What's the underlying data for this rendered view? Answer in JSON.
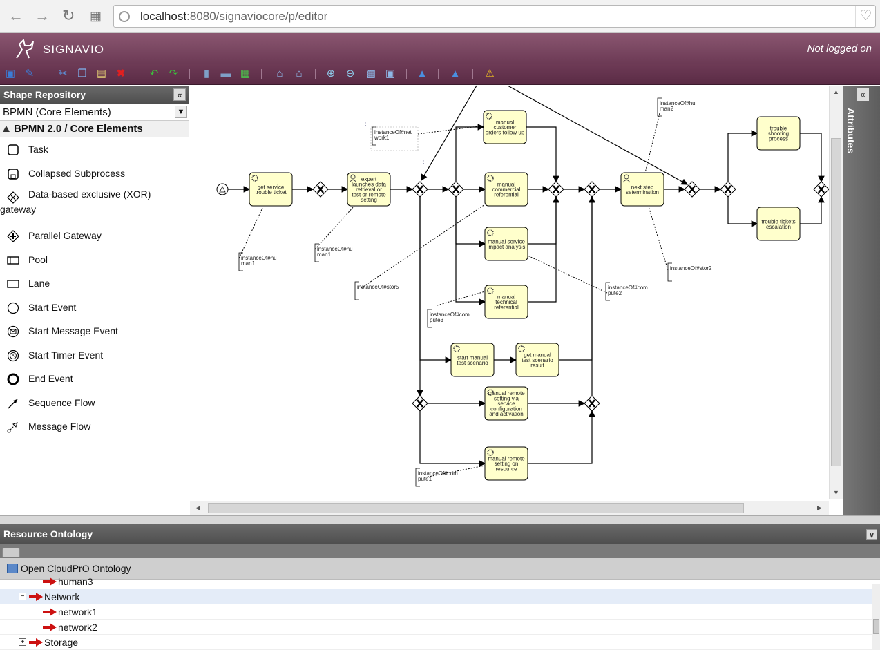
{
  "browser": {
    "url_host": "localhost",
    "url_path": ":8080/signaviocore/p/editor"
  },
  "header": {
    "logo_text": "SIGNAVIO",
    "login_status": "Not logged on"
  },
  "toolbar": {
    "icons": [
      "save-icon",
      "save-as-icon",
      "cut-icon",
      "copy-icon",
      "paste-icon",
      "delete-icon",
      "undo-icon",
      "redo-icon",
      "align-vertical-icon",
      "align-horizontal-icon",
      "same-size-icon",
      "add-docker-icon",
      "delete-docker-icon",
      "zoom-in-icon",
      "zoom-out-icon",
      "zoom-standard-icon",
      "zoom-fit-icon",
      "layout-icon",
      "layout-2-icon",
      "syntax-check-icon"
    ]
  },
  "shape_repository": {
    "title": "Shape Repository",
    "selected_stencil": "BPMN (Core Elements)",
    "group": "BPMN 2.0 / Core Elements",
    "items": [
      {
        "label": "Task",
        "icon": "task-icon"
      },
      {
        "label": "Collapsed Subprocess",
        "icon": "collapsed-subprocess-icon"
      },
      {
        "label": "Data-based exclusive (XOR) gateway",
        "icon": "xor-gateway-icon"
      },
      {
        "label": "Parallel Gateway",
        "icon": "parallel-gateway-icon"
      },
      {
        "label": "Pool",
        "icon": "pool-icon"
      },
      {
        "label": "Lane",
        "icon": "lane-icon"
      },
      {
        "label": "Start Event",
        "icon": "start-event-icon"
      },
      {
        "label": "Start Message Event",
        "icon": "start-message-event-icon"
      },
      {
        "label": "Start Timer Event",
        "icon": "start-timer-event-icon"
      },
      {
        "label": "End Event",
        "icon": "end-event-icon"
      },
      {
        "label": "Sequence Flow",
        "icon": "sequence-flow-icon"
      },
      {
        "label": "Message Flow",
        "icon": "message-flow-icon"
      }
    ]
  },
  "attributes_panel": {
    "title": "Attributes"
  },
  "diagram": {
    "tasks": [
      {
        "id": "t1",
        "lines": [
          "get service",
          "trouble ticket"
        ]
      },
      {
        "id": "t2",
        "lines": [
          "expert",
          "launches data",
          "retrieval or",
          "test or remote",
          "setting"
        ]
      },
      {
        "id": "t3",
        "lines": [
          "manual",
          "customer",
          "orders follow up"
        ]
      },
      {
        "id": "t4",
        "lines": [
          "manual",
          "commercial",
          "referential"
        ]
      },
      {
        "id": "t5",
        "lines": [
          "manual service",
          "impact analysis"
        ]
      },
      {
        "id": "t6",
        "lines": [
          "manual",
          "technical",
          "referential"
        ]
      },
      {
        "id": "t7",
        "lines": [
          "start manual",
          "test scenario"
        ]
      },
      {
        "id": "t8",
        "lines": [
          "get manual",
          "test scenario",
          "result"
        ]
      },
      {
        "id": "t9",
        "lines": [
          "manual remote",
          "setting via",
          "service",
          "configuration",
          "and activation"
        ]
      },
      {
        "id": "t10",
        "lines": [
          "manual remote",
          "setting on",
          "resource"
        ]
      },
      {
        "id": "t11",
        "lines": [
          "next step",
          "setermination"
        ]
      },
      {
        "id": "t12",
        "lines": [
          "trouble",
          "shooting",
          "process"
        ]
      },
      {
        "id": "t13",
        "lines": [
          "trouble tickets",
          "escalation"
        ]
      }
    ],
    "annotations": [
      {
        "id": "a1",
        "lines": [
          "instanceOf#hu",
          "man1"
        ]
      },
      {
        "id": "a2",
        "lines": [
          "instanceOf#hu",
          "man1"
        ]
      },
      {
        "id": "a3",
        "lines": [
          "instanceOf#net",
          "work1"
        ]
      },
      {
        "id": "a4",
        "lines": [
          "instanceOf#stor5"
        ]
      },
      {
        "id": "a5",
        "lines": [
          "instanceOf#com",
          "pute3"
        ]
      },
      {
        "id": "a6",
        "lines": [
          "instanceOf#com",
          "pute1"
        ]
      },
      {
        "id": "a7",
        "lines": [
          "instanceOf#hu",
          "man2"
        ]
      },
      {
        "id": "a8",
        "lines": [
          "instanceOf#stor2"
        ]
      },
      {
        "id": "a9",
        "lines": [
          "instanceOf#com",
          "pute2"
        ]
      }
    ]
  },
  "resource_ontology": {
    "title": "Resource Ontology",
    "open_label": "Open CloudPrO Ontology",
    "tree": [
      {
        "label": "human3",
        "level": 1
      },
      {
        "label": "Network",
        "level": 0,
        "expanded": true,
        "selected": true
      },
      {
        "label": "network1",
        "level": 1
      },
      {
        "label": "network2",
        "level": 1
      },
      {
        "label": "Storage",
        "level": 0,
        "expanded": false
      }
    ]
  },
  "colors": {
    "header": "#7a4762",
    "task_fill": "#ffffcc",
    "arrow_red": "#cc1111"
  }
}
